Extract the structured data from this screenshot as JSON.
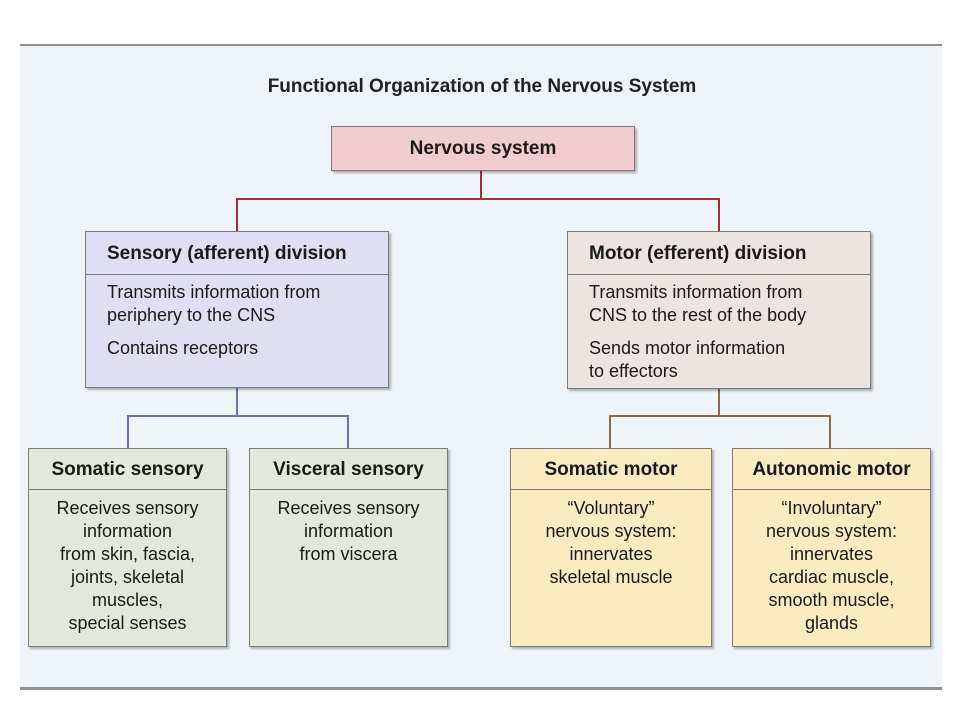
{
  "title": "Functional Organization of the Nervous System",
  "colors": {
    "root_connector": "#a0303c",
    "sensory_connector": "#6d6fc0",
    "motor_connector": "#8a6a4a"
  },
  "root": {
    "label": "Nervous system"
  },
  "sensory": {
    "header": "Sensory (afferent) division",
    "lines": [
      "Transmits information from",
      "periphery to the CNS",
      "Contains receptors"
    ]
  },
  "motor": {
    "header": "Motor (efferent) division",
    "lines": [
      "Transmits information from",
      "CNS to the rest of the body",
      "Sends motor information",
      "to effectors"
    ]
  },
  "somatic_sensory": {
    "header": "Somatic sensory",
    "lines": [
      "Receives sensory",
      "information",
      "from skin, fascia,",
      "joints, skeletal",
      "muscles,",
      "special senses"
    ]
  },
  "visceral_sensory": {
    "header": "Visceral sensory",
    "lines": [
      "Receives sensory",
      "information",
      "from viscera"
    ]
  },
  "somatic_motor": {
    "header": "Somatic motor",
    "lines": [
      "“Voluntary”",
      "nervous system:",
      "innervates",
      "skeletal muscle"
    ]
  },
  "autonomic_motor": {
    "header": "Autonomic motor",
    "lines": [
      "“Involuntary”",
      "nervous system:",
      "innervates",
      "cardiac muscle,",
      "smooth muscle,",
      "glands"
    ]
  }
}
